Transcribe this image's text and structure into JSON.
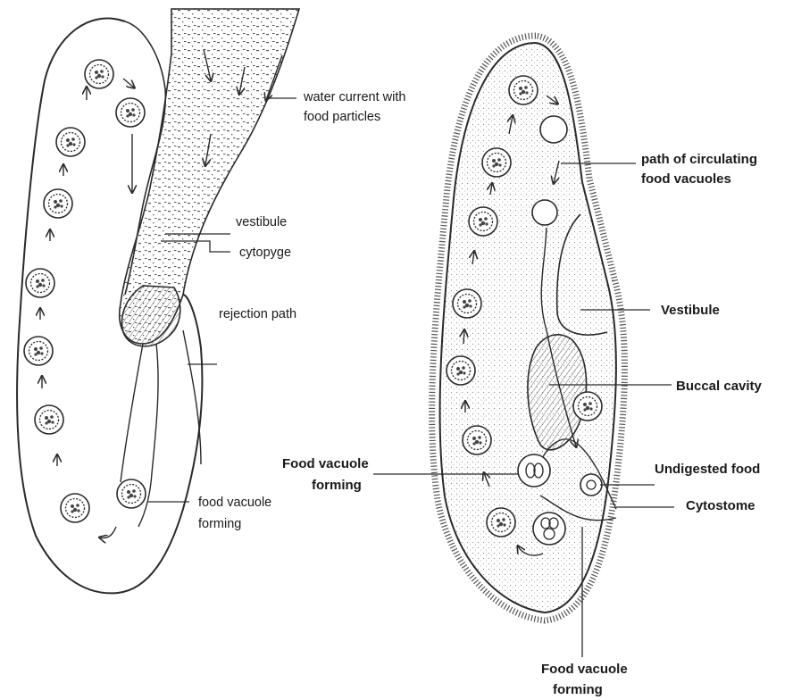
{
  "left_diagram": {
    "labels": {
      "water_current_line1": "water current with",
      "water_current_line2": "food particles",
      "vestibule": "vestibule",
      "cytopyge": "cytopyge",
      "rejection_path": "rejection path",
      "food_vacuole_line1": "food vacuole",
      "food_vacuole_line2": "forming"
    }
  },
  "right_diagram": {
    "labels": {
      "path_line1": "path of circulating",
      "path_line2": "food vacuoles",
      "vestibule": "Vestibule",
      "buccal_cavity": "Buccal cavity",
      "food_vacuole_forming_left_line1": "Food vacuole",
      "food_vacuole_forming_left_line2": "forming",
      "undigested_food": "Undigested food",
      "cytostome": "Cytostome",
      "food_vacuole_forming_bottom_line1": "Food vacuole",
      "food_vacuole_forming_bottom_line2": "forming"
    }
  },
  "colors": {
    "ink": "#2a2a2a",
    "background": "#ffffff",
    "stipple": "#6a6a6a"
  }
}
